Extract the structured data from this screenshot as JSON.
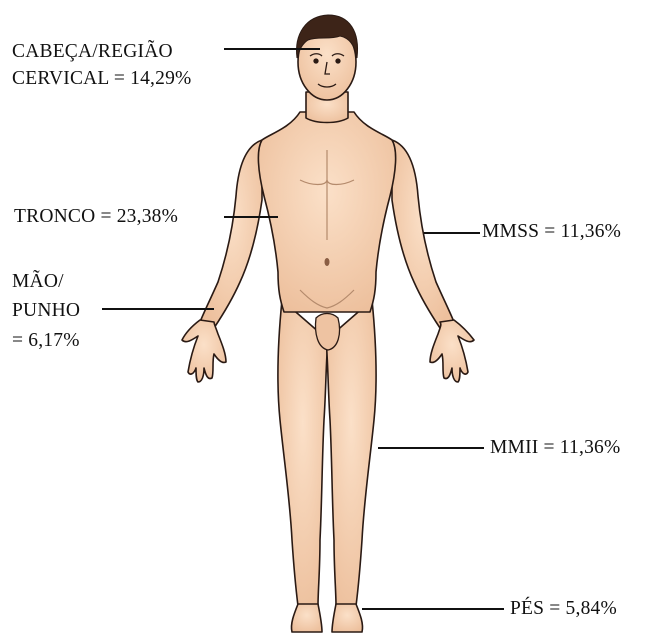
{
  "labels": {
    "head": {
      "line1": "CABEÇA/REGIÃO",
      "line2": "CERVICAL = 14,29%"
    },
    "trunk": {
      "text": "TRONCO = 23,38%"
    },
    "hand": {
      "line1": "MÃO/",
      "line2": "PUNHO",
      "line3": " = 6,17%"
    },
    "upper_limbs": {
      "text": "MMSS = 11,36%"
    },
    "lower_limbs": {
      "text": "MMII = 11,36%"
    },
    "feet": {
      "text": "PÉS = 5,84%"
    }
  },
  "colors": {
    "skin": "#f6d2b4",
    "skin_shadow": "#e8b894",
    "hair": "#3d2418",
    "outline": "#2a1a14",
    "text": "#111111"
  }
}
